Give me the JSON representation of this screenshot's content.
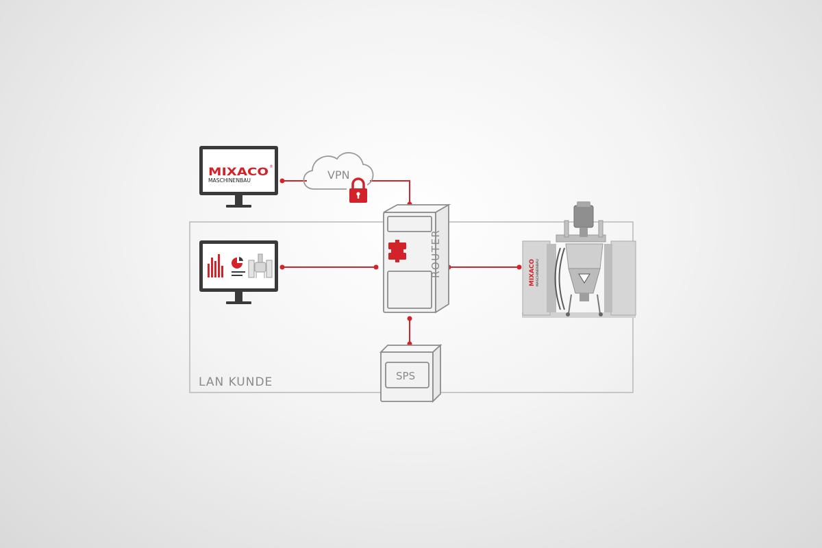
{
  "diagram": {
    "lan_label": "LAN KUNDE",
    "vpn_label": "VPN",
    "router_label": "ROUTER",
    "sps_label": "SPS",
    "remote_monitor": {
      "logo_text": "MIXACO",
      "logo_subtext": "MASCHINENBAU",
      "logo_reg": "®"
    },
    "machine": {
      "logo_text": "MIXACO",
      "logo_subtext": "MASCHINENBAU"
    },
    "colors": {
      "accent": "#d2232a",
      "line_gray": "#b3b3b3",
      "outline": "#8c8c8c",
      "monitor_frame": "#3a3a3a",
      "text_gray": "#8a8a8a"
    }
  }
}
